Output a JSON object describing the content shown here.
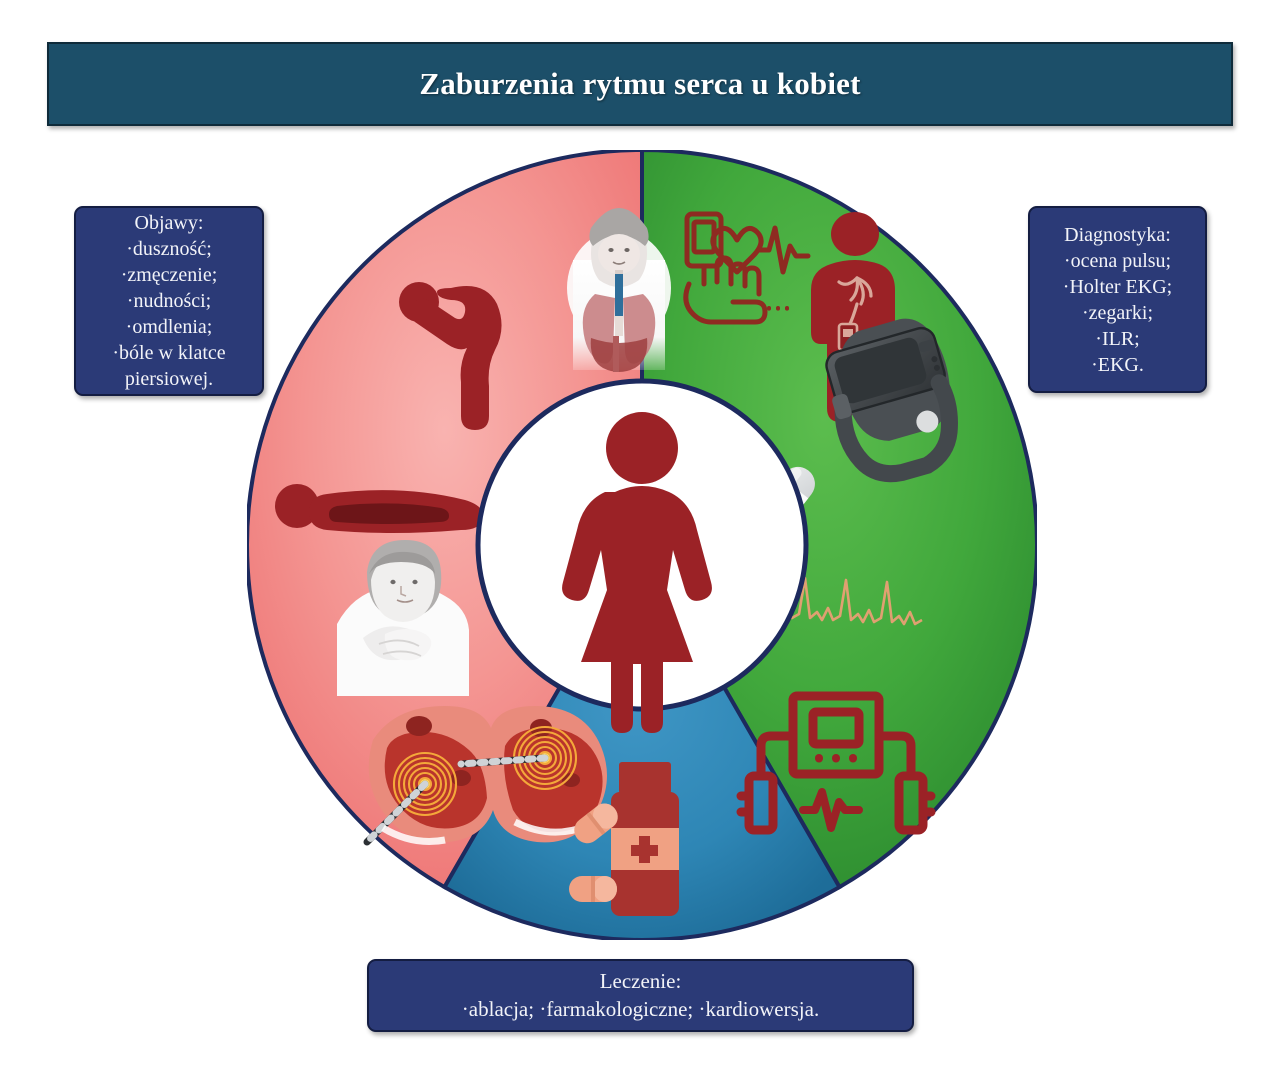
{
  "title": {
    "text": "Zaburzenia rytmu serca u kobiet",
    "band_color": "#1c4f69",
    "text_color": "#ffffff"
  },
  "wheel": {
    "center_icon_name": "woman-silhouette-icon",
    "hub_color": "#ffffff",
    "outline_color": "#1d2a5e",
    "segments": [
      {
        "id": "symptoms",
        "label": "Objawy",
        "color": "#f28b8b",
        "color_light": "#f7a7a5",
        "icons": [
          "dyspnea-lungs-woman-icon",
          "fatigue-bent-person-icon",
          "nausea-person-icon",
          "fainting-lying-person-icon",
          "chest-pain-woman-icon"
        ]
      },
      {
        "id": "diagnostics",
        "label": "Diagnostyka",
        "color": "#3da13b",
        "color_light": "#54b84c",
        "icons": [
          "pulse-check-finger-icon",
          "holter-ekg-person-icon",
          "smartwatch-icon",
          "ilr-loop-recorder-icon",
          "ekg-trace-icon"
        ]
      },
      {
        "id": "treatment",
        "label": "Leczenie",
        "color": "#2b84b4",
        "color_light": "#3d95c2",
        "icons": [
          "ablation-catheter-heart-icon",
          "medicine-bottle-pills-icon",
          "cardioversion-defibrillator-icon"
        ]
      }
    ]
  },
  "callouts": {
    "symptoms": {
      "heading": "Objawy:",
      "items": [
        "·duszność;",
        "·zmęczenie;",
        "·nudności;",
        "·omdlenia;",
        "·bóle w klatce",
        "piersiowej."
      ]
    },
    "diagnostics": {
      "heading": "Diagnostyka:",
      "items": [
        "·ocena pulsu;",
        "·Holter EKG;",
        "·zegarki;",
        "·ILR;",
        "·EKG."
      ]
    },
    "treatment": {
      "heading": "Leczenie:",
      "items": [
        "·ablacja; ·farmakologiczne; ·kardiowersja."
      ]
    }
  },
  "colors": {
    "banner": "#1c4f69",
    "callout_bg": "#2b3a77",
    "callout_border": "#141d42",
    "pink": "#f28b8b",
    "green": "#3da13b",
    "blue": "#2b84b4",
    "dark_red": "#9b2226",
    "salmon": "#ef9b7a",
    "outline": "#1d2a5e"
  }
}
